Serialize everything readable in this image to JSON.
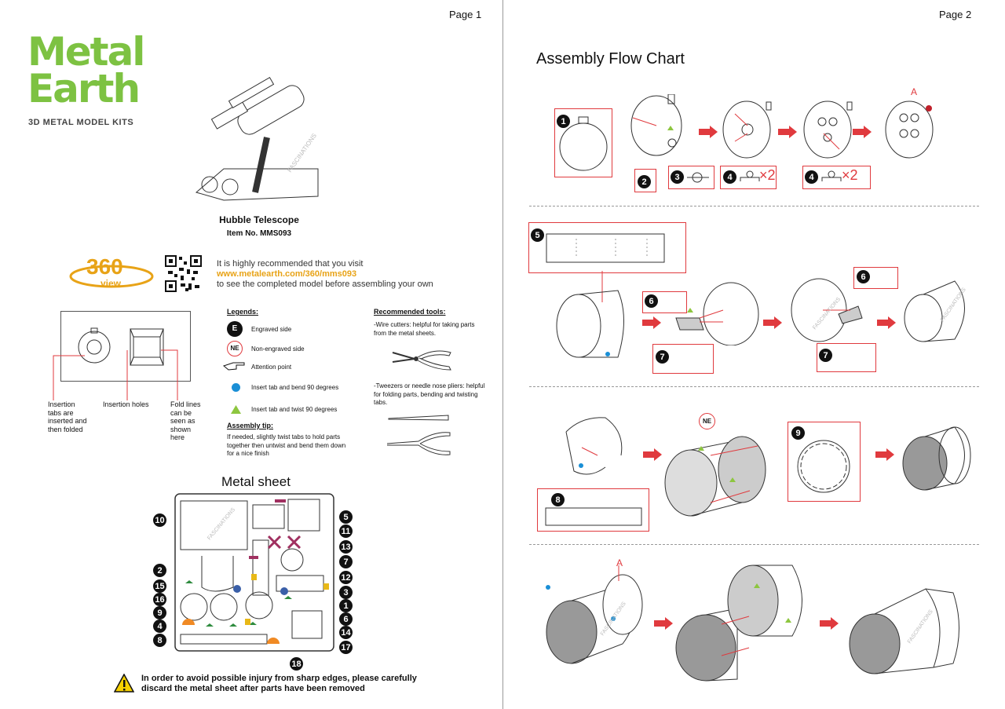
{
  "page1": {
    "page_number": "Page 1",
    "logo": {
      "line1": "Metal",
      "line2": "Earth",
      "tagline": "3D METAL MODEL KITS"
    },
    "product": {
      "name": "Hubble Telescope",
      "item": "Item  No.  MMS093"
    },
    "view360": {
      "badge_number": "360",
      "badge_word": "view",
      "line1": "It is highly recommended that you visit",
      "link": "www.metalearth.com/360/mms093",
      "line3": "to see the completed model before assembling your own"
    },
    "callouts": {
      "insertion_tabs": "Insertion tabs are inserted and then folded",
      "insertion_holes": "Insertion holes",
      "fold_lines": "Fold lines can be seen as shown here"
    },
    "legends": {
      "title": "Legends:",
      "engraved": "Engraved side",
      "non_engraved": "Non-engraved side",
      "attention": "Attention point",
      "bend": "Insert tab and bend 90 degrees",
      "twist": "Insert tab and twist 90 degrees",
      "E": "E",
      "NE": "NE"
    },
    "assembly_tip": {
      "title": "Assembly tip:",
      "text": "If needed, slightly twist tabs to hold parts together then untwist and bend them down for a nice finish"
    },
    "tools": {
      "title": "Recommended tools:",
      "wire_cutters": "-Wire cutters: helpful for taking parts from the metal sheets.",
      "tweezers": "-Tweezers or needle nose pliers: helpful for folding parts, bending and twisting tabs."
    },
    "metal_sheet": {
      "title": "Metal sheet",
      "left_labels": [
        "10",
        "2",
        "15",
        "16",
        "9",
        "4",
        "8"
      ],
      "right_labels": [
        "5",
        "11",
        "13",
        "7",
        "12",
        "3",
        "1",
        "6",
        "14",
        "17"
      ],
      "bottom_label": "18"
    },
    "warning": {
      "line1": "In order to avoid possible injury from sharp edges, please carefully",
      "line2": "discard the metal sheet after parts have been removed"
    },
    "watermark": "FASCINATIONS"
  },
  "page2": {
    "page_number": "Page 2",
    "title": "Assembly Flow Chart",
    "row1": {
      "step1": "1",
      "step2": "2",
      "step3": "3",
      "step4a": "4",
      "step4b": "4",
      "mult_a": "×2",
      "mult_b": "×2",
      "point_a": "A"
    },
    "row2": {
      "step5": "5",
      "step6a": "6",
      "step7a": "7",
      "step6b": "6",
      "step7b": "7"
    },
    "row3": {
      "step8": "8",
      "step9": "9",
      "ne": "NE"
    },
    "row4": {
      "point_a": "A"
    }
  },
  "colors": {
    "brand_green": "#7dc242",
    "link_orange": "#e8a317",
    "flow_red": "#e03a3e",
    "bend_blue": "#1a8fd6",
    "twist_green": "#8dc63f"
  }
}
